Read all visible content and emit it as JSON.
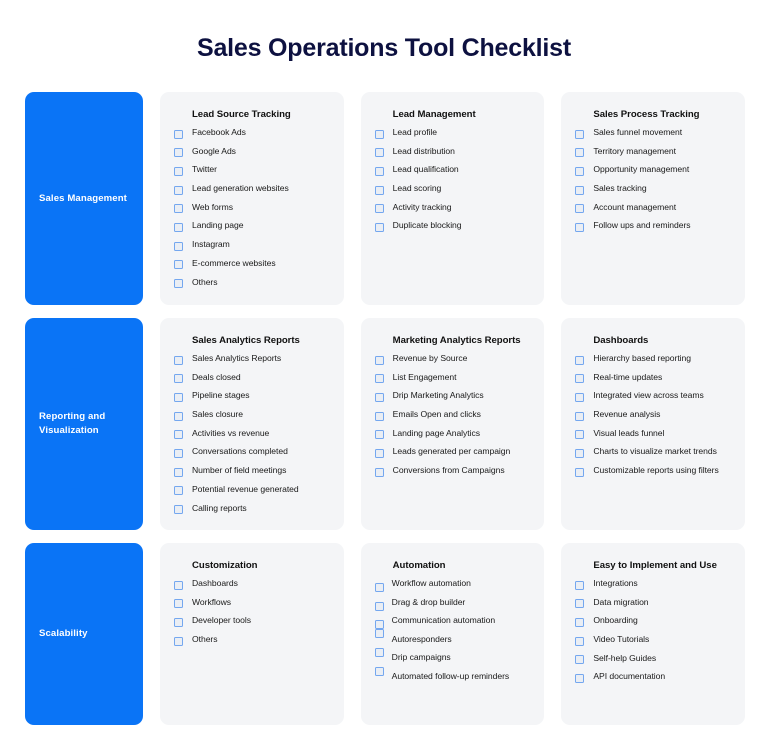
{
  "title": "Sales Operations Tool Checklist",
  "colors": {
    "accent": "#0a74f6",
    "title": "#0d1140",
    "card_bg": "#f4f5f7",
    "checkbox_border": "#74a7ef",
    "page_bg": "#ffffff"
  },
  "rows": [
    {
      "category": "Sales Management",
      "cards": [
        {
          "title": "Lead Source Tracking",
          "items": [
            "Facebook Ads",
            "Google Ads",
            "Twitter",
            "Lead generation websites",
            "Web forms",
            "Landing page",
            "Instagram",
            "E-commerce websites",
            "Others"
          ]
        },
        {
          "title": "Lead Management",
          "items": [
            "Lead profile",
            "Lead distribution",
            "Lead qualification",
            "Lead scoring",
            "Activity tracking",
            "Duplicate blocking"
          ]
        },
        {
          "title": "Sales Process Tracking",
          "items": [
            "Sales funnel movement",
            "Territory management",
            "Opportunity management",
            "Sales tracking",
            "Account management",
            "Follow ups and reminders"
          ]
        }
      ]
    },
    {
      "category": "Reporting and Visualization",
      "cards": [
        {
          "title": "Sales Analytics Reports",
          "items": [
            "Sales Analytics Reports",
            "Deals closed",
            "Pipeline stages",
            "Sales closure",
            "Activities vs revenue",
            "Conversations completed",
            "Number of field meetings",
            "Potential revenue generated",
            "Calling reports"
          ]
        },
        {
          "title": "Marketing Analytics Reports",
          "items": [
            "Revenue by Source",
            "List Engagement",
            "Drip Marketing Analytics",
            "Emails Open and clicks",
            "Landing page Analytics",
            "Leads generated per campaign",
            "Conversions from Campaigns"
          ]
        },
        {
          "title": "Dashboards",
          "items": [
            "Hierarchy based reporting",
            "Real-time updates",
            "Integrated view across teams",
            "Revenue analysis",
            "Visual leads funnel",
            "Charts to visualize market trends",
            "Customizable reports using filters"
          ]
        }
      ]
    },
    {
      "category": "Scalability",
      "cards": [
        {
          "title": "Customization",
          "items": [
            "Dashboards",
            "Workflows",
            "Developer tools",
            "Others"
          ]
        },
        {
          "title": "Automation",
          "fixed_pitch": true,
          "items": [
            "Workflow automation",
            "Drag & drop builder",
            "Communication automation",
            "Autoresponders",
            "Drip campaigns",
            "Automated follow-up reminders"
          ]
        },
        {
          "title": "Easy to Implement and Use",
          "items": [
            "Integrations",
            "Data migration",
            "Onboarding",
            "Video Tutorials",
            "Self-help Guides",
            "API documentation"
          ]
        }
      ]
    }
  ]
}
